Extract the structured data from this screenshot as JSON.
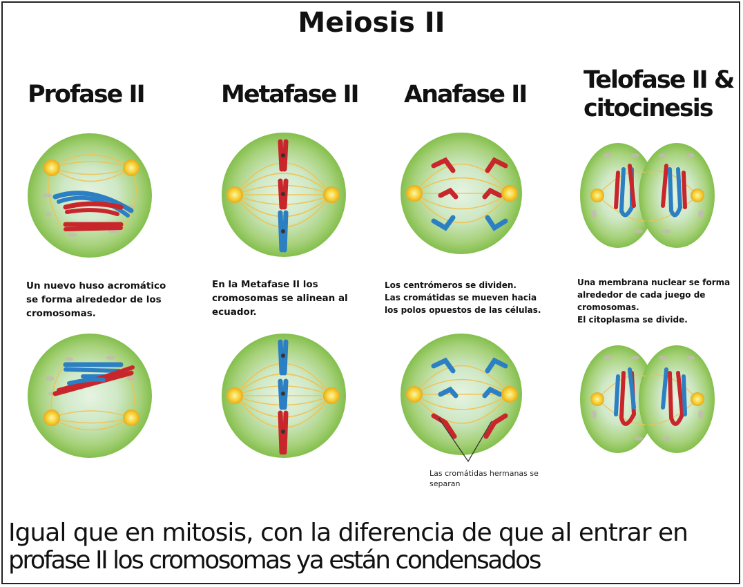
{
  "title": "Meiosis II",
  "stages": [
    {
      "name": "Profase II",
      "description": "Un nuevo huso acromático se forma alrededor de los cromosomas."
    },
    {
      "name": "Metafase II",
      "description": "En la Metafase II los cromosomas se alinean al ecuador."
    },
    {
      "name": "Anafase II",
      "description": "Los centrómeros se dividen. Las cromátidas se mueven hacia los polos opuestos de las células."
    },
    {
      "name": "Telofase II & citocinesis",
      "description": "Una membrana nuclear se forma alrededor de cada juego de cromosomas. El citoplasma se divide."
    }
  ],
  "desc_lines": {
    "profase": [
      "Un nuevo huso acromático",
      "se forma alrededor de los",
      "cromosomas."
    ],
    "metafase": [
      "En la Metafase II los",
      "cromosomas se alinean al",
      "ecuador."
    ],
    "anafase": [
      "Los centrómeros se dividen.",
      "Las cromátidas se mueven hacia",
      "los polos opuestos de las células."
    ],
    "telofase": [
      "Una membrana nuclear se forma",
      "alrededor de cada juego de",
      "cromosomas.",
      "El citoplasma se divide."
    ]
  },
  "stage_title_lines": {
    "telofase": [
      "Telofase II &",
      "citocinesis"
    ]
  },
  "annotation": [
    "Las cromátidas hermanas se",
    "separan"
  ],
  "footer": [
    "Igual que en mitosis, con la diferencia de que al entrar en",
    "profase II los cromosomas ya están condensados"
  ],
  "colors": {
    "cell_outer": "#8dc45a",
    "cell_inner": "#c9e6c0",
    "chromosome_red": "#c8262b",
    "chromosome_blue": "#2b7fc2",
    "spindle": "#f0c04a",
    "centrosome": "#f7d23a"
  }
}
